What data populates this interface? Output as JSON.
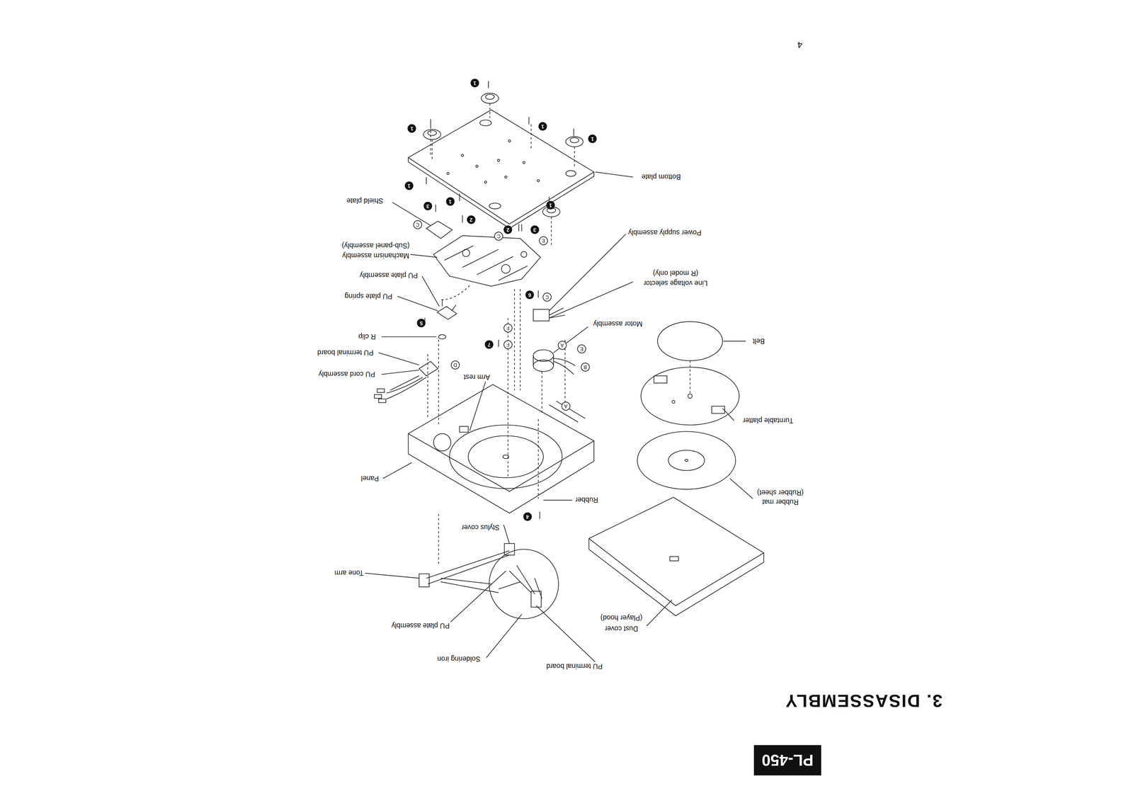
{
  "diagram": {
    "title": "3. DISASSEMBLY",
    "nodes": [
      {
        "text": [
          "PL-450"
        ]
      }
    ],
    "labels": [
      "4",
      "Bottom plate",
      "Shield plate",
      "Power supply assembly",
      "Machanism assembly",
      "(Sub-panel assembly)",
      "PU plate assembly",
      "Line voltage selector",
      "(R model only)",
      "PU plate spring",
      "Motor assembly",
      "R clip",
      "Belt",
      "PU terminal board",
      "PU cord assembly",
      "Arm rest",
      "Turntable platter",
      "Panel",
      "Rubber",
      "Rubber mat",
      "(Rubber sheet)",
      "Stylus cover",
      "Tone arm",
      "PU plate assembly",
      "Dust cover",
      "(Player hood)",
      "Soldering iron",
      "PU terminal board",
      "1",
      "1",
      "1",
      "1",
      "1",
      "1",
      "1",
      "2",
      "2",
      "3",
      "3",
      "6",
      "5",
      "7",
      "4",
      "C",
      "C",
      "E",
      "C",
      "F",
      "F",
      "D",
      "A",
      "E",
      "B",
      "A"
    ]
  }
}
